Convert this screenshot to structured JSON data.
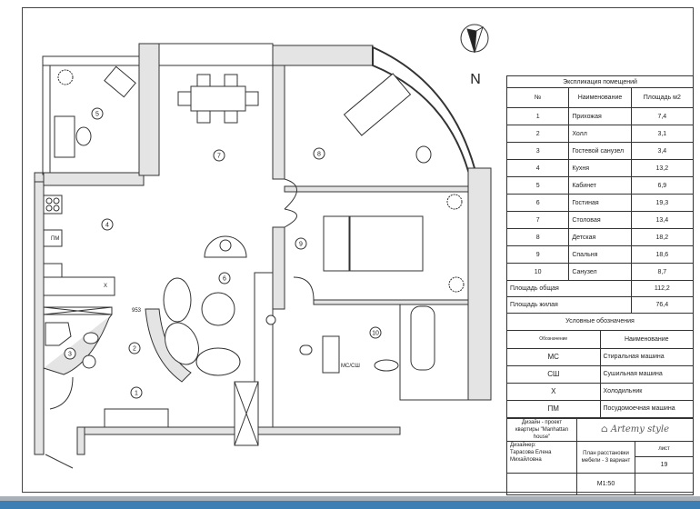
{
  "plan": {
    "north_label": "N",
    "dimension": "953",
    "fridge_mark": "Х",
    "dishwasher_mark": "ПМ",
    "laundry_mark": "МС/СШ",
    "rooms": [
      "1",
      "2",
      "3",
      "4",
      "5",
      "6",
      "7",
      "8",
      "9",
      "10"
    ]
  },
  "explication": {
    "title": "Экспликация помещений",
    "headers": {
      "num": "№",
      "name": "Наименование",
      "area": "Площадь м2"
    },
    "rows": [
      {
        "num": "1",
        "name": "Прихожая",
        "area": "7,4"
      },
      {
        "num": "2",
        "name": "Холл",
        "area": "3,1"
      },
      {
        "num": "3",
        "name": "Гостевой санузел",
        "area": "3,4"
      },
      {
        "num": "4",
        "name": "Кухня",
        "area": "13,2"
      },
      {
        "num": "5",
        "name": "Кабинет",
        "area": "6,9"
      },
      {
        "num": "6",
        "name": "Гостиная",
        "area": "19,3"
      },
      {
        "num": "7",
        "name": "Столовая",
        "area": "13,4"
      },
      {
        "num": "8",
        "name": "Детская",
        "area": "18,2"
      },
      {
        "num": "9",
        "name": "Спальня",
        "area": "18,6"
      },
      {
        "num": "10",
        "name": "Санузел",
        "area": "8,7"
      }
    ],
    "total_label": "Площадь общая",
    "total": "112,2",
    "living_label": "Площадь жилая",
    "living": "76,4"
  },
  "legend": {
    "title": "Условные обозначения",
    "headers": {
      "code": "Обозначение",
      "name": "Наименование"
    },
    "rows": [
      {
        "code": "МС",
        "name": "Стиральная машина"
      },
      {
        "code": "СШ",
        "name": "Сушильная машина"
      },
      {
        "code": "Х",
        "name": "Холодильник"
      },
      {
        "code": "ПМ",
        "name": "Посудомоечная машина"
      }
    ]
  },
  "stamp": {
    "project": "Дизайн - проект квартиры \"Manhattan house\"",
    "logo": "Artemy style",
    "designer_label": "Дизайнер:",
    "designer_name": "Тарасова Елена Михайловна",
    "sheet_title": "План расстановки мебели - 3 вариант",
    "sheet_label": "лист",
    "sheet_no": "19",
    "scale": "М1:50"
  }
}
